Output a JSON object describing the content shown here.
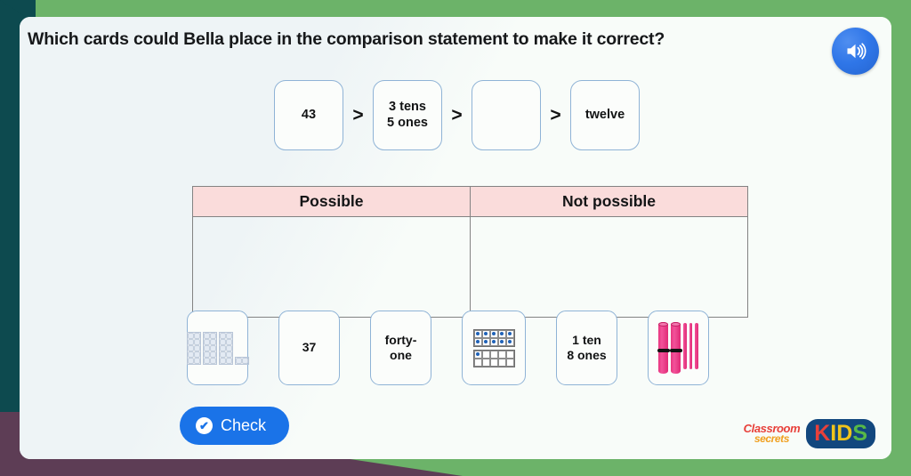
{
  "colors": {
    "frame_green": "#6cb369",
    "frame_teal": "#0d4a4f",
    "frame_plum": "#5d3d55",
    "panel_bg": "#f7fbf8",
    "card_border": "#8fb3d6",
    "header_pink": "#fadcdb",
    "accent_blue": "#1a73e8",
    "straw_pink": "#e8357f",
    "dot_blue": "#1f62b8"
  },
  "header": {
    "question": "Which cards could Bella place in the comparison statement to make it correct?",
    "audio_icon": "speaker-icon"
  },
  "statement": {
    "cards": [
      {
        "type": "number",
        "text": "43",
        "empty": false
      },
      {
        "type": "place-value",
        "line1": "3 tens",
        "line2": "5 ones",
        "empty": false
      },
      {
        "type": "drop-target",
        "text": "",
        "empty": true
      },
      {
        "type": "word",
        "text": "twelve",
        "empty": false
      }
    ],
    "operators": [
      ">",
      ">",
      ">"
    ]
  },
  "sort_table": {
    "headers": [
      "Possible",
      "Not possible"
    ],
    "rows": [
      [
        "",
        ""
      ]
    ]
  },
  "answer_cards": [
    {
      "id": "base-ten-blocks-card",
      "kind": "base-ten",
      "label": "",
      "tens": 3,
      "ones": 2
    },
    {
      "id": "number-37-card",
      "kind": "text",
      "label": "37"
    },
    {
      "id": "forty-one-card",
      "kind": "text-two-line",
      "line1": "forty-",
      "line2": "one"
    },
    {
      "id": "ten-frame-card",
      "kind": "ten-frame",
      "label": "",
      "filled": 11
    },
    {
      "id": "one-ten-eight-ones-card",
      "kind": "text-two-line",
      "line1": "1 ten",
      "line2": "8 ones"
    },
    {
      "id": "straw-bundles-card",
      "kind": "straws",
      "label": "",
      "bundles": 2,
      "singles": 3
    }
  ],
  "footer": {
    "check_label": "Check",
    "check_icon": "check-circle-icon",
    "brand_classroom": "Classroom",
    "brand_secrets": "secrets",
    "brand_star": "★",
    "brand_kids": [
      "K",
      "I",
      "D",
      "S"
    ]
  }
}
